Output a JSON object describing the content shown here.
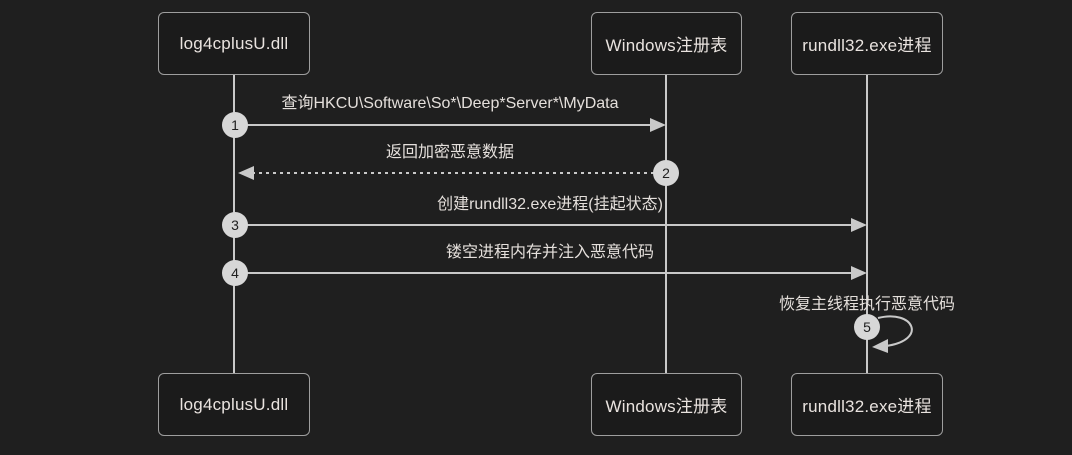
{
  "diagram": {
    "type": "sequence",
    "theme": {
      "background": "#1f1f1f",
      "actor_box_fill": "#1b1b1b",
      "actor_box_border": "#9e9e9e",
      "line_color": "#c9c9c9",
      "text_color": "#e4dfdb",
      "number_badge_fill": "#d7d7d7",
      "number_badge_text": "#202020"
    },
    "actors": [
      {
        "label": "log4cplusU.dll"
      },
      {
        "label": "Windows注册表"
      },
      {
        "label": "rundll32.exe进程"
      }
    ],
    "messages": [
      {
        "num": "1",
        "label": "查询HKCU\\Software\\So*\\Deep*Server*\\MyData",
        "from": "log4cplusU.dll",
        "to": "Windows注册表",
        "style": "solid"
      },
      {
        "num": "2",
        "label": "返回加密恶意数据",
        "from": "Windows注册表",
        "to": "log4cplusU.dll",
        "style": "dashed"
      },
      {
        "num": "3",
        "label": "创建rundll32.exe进程(挂起状态)",
        "from": "log4cplusU.dll",
        "to": "rundll32.exe进程",
        "style": "solid"
      },
      {
        "num": "4",
        "label": "镂空进程内存并注入恶意代码",
        "from": "log4cplusU.dll",
        "to": "rundll32.exe进程",
        "style": "solid"
      },
      {
        "num": "5",
        "label": "恢复主线程执行恶意代码",
        "from": "rundll32.exe进程",
        "to": "rundll32.exe进程",
        "style": "self-loop"
      }
    ]
  }
}
